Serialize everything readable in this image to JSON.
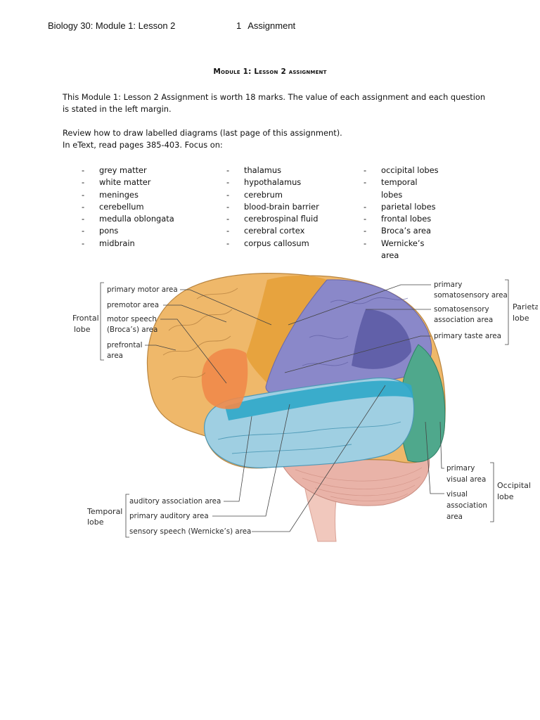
{
  "header": {
    "left": "Biology 30: Module 1: Lesson 2",
    "page_number": "1",
    "right": "Assignment"
  },
  "title": "Module 1: Lesson 2 assignment",
  "intro": "This Module 1: Lesson 2 Assignment is worth 18 marks. The value of each assignment and each question is stated in the left margin.",
  "review_line": "Review how to draw labelled diagrams (last page of this assignment).",
  "etext_line": "In eText, read pages 385-403. Focus on:",
  "focus_columns": [
    [
      "grey matter",
      "white matter",
      "meninges",
      "cerebellum",
      "medulla oblongata",
      "pons",
      "midbrain"
    ],
    [
      "thalamus",
      "hypothalamus",
      "cerebrum",
      "blood-brain barrier",
      "cerebrospinal fluid",
      "cerebral cortex",
      "corpus callosum"
    ],
    [
      "occipital lobes",
      "temporal lobes",
      "parietal lobes",
      "frontal lobes",
      "Broca’s area",
      "Wernicke’s area"
    ]
  ],
  "diagram": {
    "frontal": {
      "lobe_1": "Frontal",
      "lobe_2": "lobe",
      "primary_motor": "primary motor area",
      "premotor": "premotor area",
      "motor_speech_1": "motor speech",
      "motor_speech_2": "(Broca’s) area",
      "prefrontal_1": "prefrontal",
      "prefrontal_2": "area"
    },
    "parietal": {
      "lobe_1": "Parietal",
      "lobe_2": "lobe",
      "primary_somato_1": "primary",
      "primary_somato_2": "somatosensory area",
      "somato_assoc_1": "somatosensory",
      "somato_assoc_2": "association area",
      "taste": "primary taste area"
    },
    "occipital": {
      "lobe_1": "Occipital",
      "lobe_2": "lobe",
      "primary_visual_1": "primary",
      "primary_visual_2": "visual area",
      "visual_assoc_1": "visual",
      "visual_assoc_2": "association",
      "visual_assoc_3": "area"
    },
    "temporal": {
      "lobe_1": "Temporal",
      "lobe_2": "lobe",
      "auditory_assoc": "auditory association area",
      "primary_auditory": "primary auditory area",
      "wernicke": "sensory speech (Wernicke’s) area"
    },
    "colors": {
      "frontal": "#efb86a",
      "motor_strip": "#e6a13c",
      "parietal": "#8a88c9",
      "temporal_top": "#2fa7c9",
      "temporal": "#9fcfe2",
      "occipital": "#4fa88c",
      "cerebellum": "#e9b3a8",
      "brainstem": "#f1c8bd",
      "speech": "#f08a4a"
    }
  }
}
